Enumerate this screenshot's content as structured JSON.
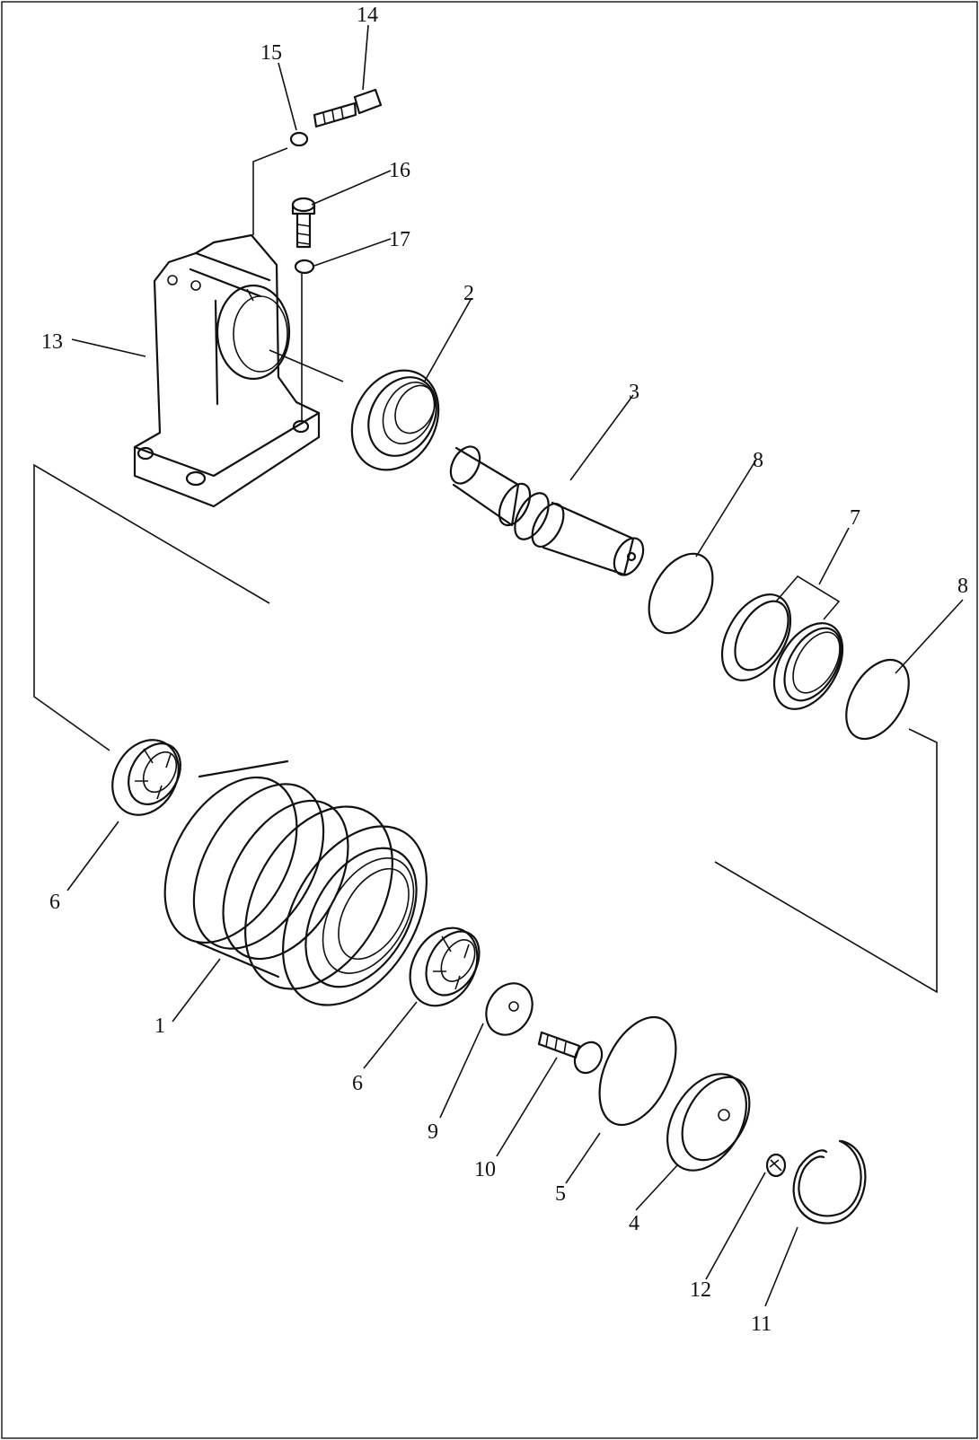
{
  "callouts": {
    "c1": "1",
    "c2": "2",
    "c3": "3",
    "c4": "4",
    "c5": "5",
    "c6a": "6",
    "c6b": "6",
    "c7": "7",
    "c8a": "8",
    "c8b": "8",
    "c9": "9",
    "c10": "10",
    "c11": "11",
    "c12": "12",
    "c13": "13",
    "c14": "14",
    "c15": "15",
    "c16": "16",
    "c17": "17"
  }
}
